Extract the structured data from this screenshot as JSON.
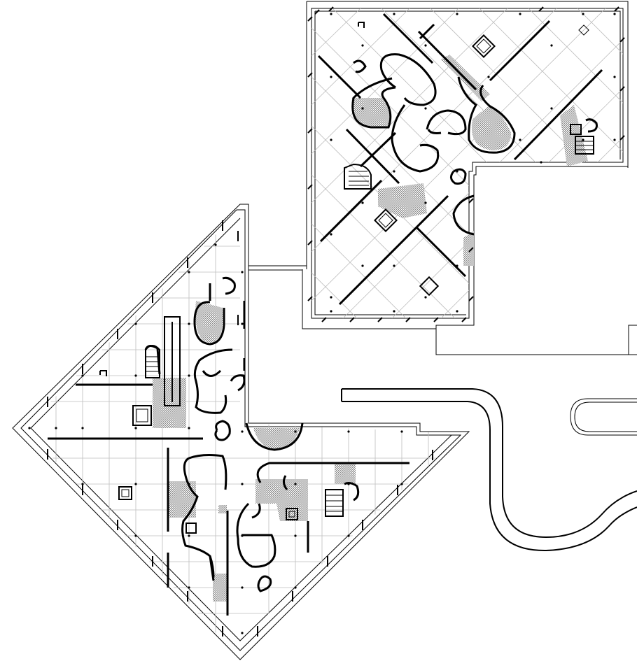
{
  "drawing": {
    "type": "architectural-floor-plan",
    "labels": [],
    "colors": {
      "line": "#000000",
      "grid": "#bdbdbd",
      "hatch": "#9e9e9e",
      "background": "#ffffff"
    },
    "components": [
      "upper-right-tower-floor",
      "lower-left-tower-floor",
      "connecting-bridge",
      "curved-canopy-walkway",
      "rounded-rect-outline"
    ]
  }
}
